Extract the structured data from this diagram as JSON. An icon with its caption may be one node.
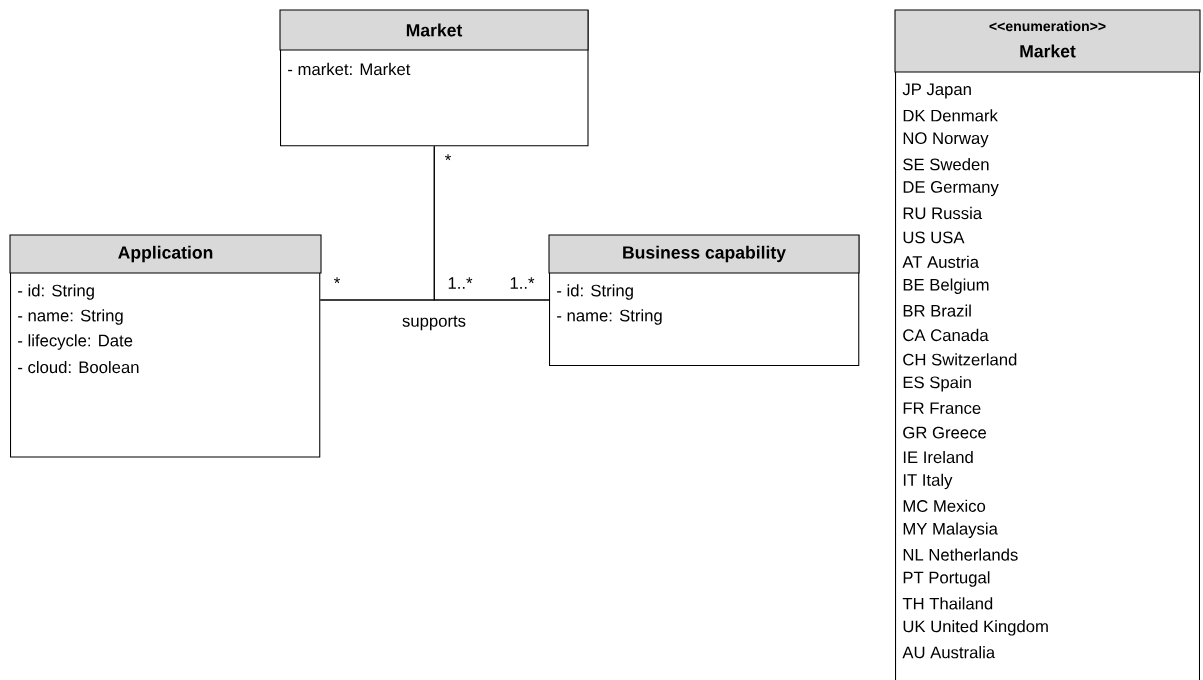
{
  "diagram": {
    "nodes": [
      {
        "text": [
          "Market",
          "- market: Market"
        ]
      },
      {
        "text": [
          "Application",
          "- id: String",
          "- name: String",
          "- lifecycle: Date",
          "- cloud: Boolean"
        ]
      },
      {
        "text": [
          "Business capability",
          "- id: String",
          "- name: String"
        ]
      },
      {
        "text": [
          "<<enumeration>>",
          "Market",
          "JP Japan",
          "DK Denmark",
          "NO Norway",
          "SE Sweden",
          "DE Germany",
          "RU Russia",
          "US USA",
          "AT Austria",
          "BE Belgium",
          "BR Brazil",
          "CA Canada",
          "CH Switzerland",
          "ES Spain",
          "FR France",
          "GR Greece",
          "IE Ireland",
          "IT Italy",
          "MC Mexico",
          "MY Malaysia",
          "NL Netherlands",
          "PT Portugal",
          "TH Thailand",
          "UK United Kingdom",
          "AU Australia"
        ]
      }
    ],
    "edges": [
      {
        "from": 1,
        "to": 2,
        "arrow": "none",
        "label": "supports"
      },
      {
        "from": 0,
        "to": 1,
        "arrow": "none"
      },
      {
        "from": 0,
        "to": 2,
        "arrow": "none"
      }
    ],
    "labels": [
      "*",
      "*",
      "1..*",
      "1..*"
    ]
  }
}
